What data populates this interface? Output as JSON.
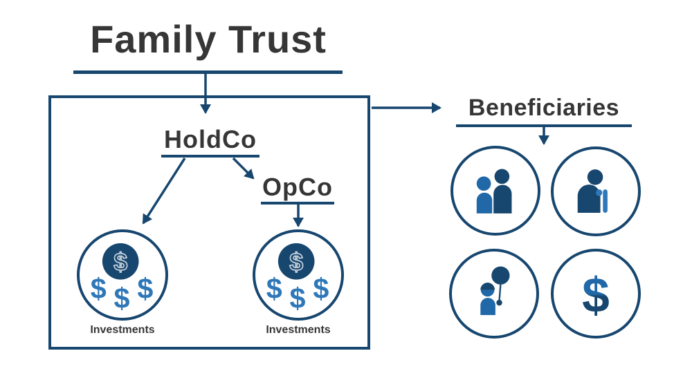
{
  "colors": {
    "navy": "#17466F",
    "blue": "#2068A8",
    "bright_blue": "#2E77B8",
    "text_gray": "#363636"
  },
  "title": {
    "text": "Family Trust"
  },
  "trust_box": {
    "holdco_label": "HoldCo",
    "opco_label": "OpCo",
    "money_icon_symbol": "$",
    "left_circle_caption": "Investments",
    "right_circle_caption": "Investments"
  },
  "beneficiaries": {
    "title": "Beneficiaries",
    "dollar_symbol": "$",
    "icons": [
      "couple-icon",
      "person-with-cane-icon",
      "child-with-balloon-icon",
      "dollar-sign-icon"
    ]
  }
}
